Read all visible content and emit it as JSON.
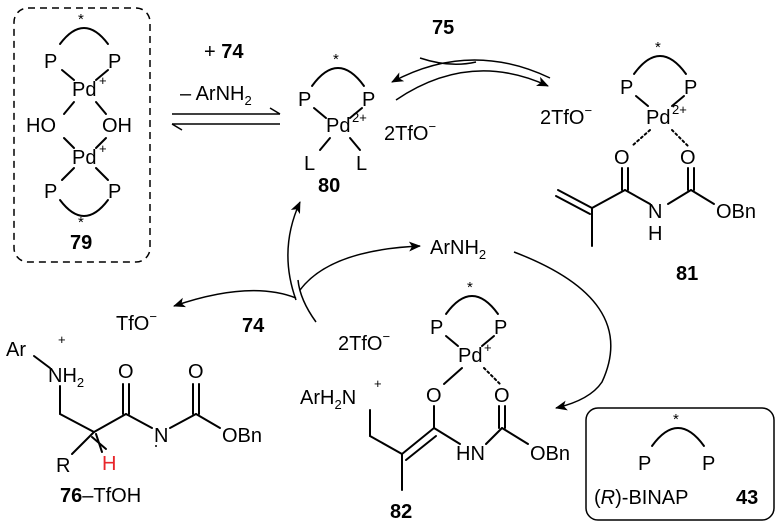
{
  "labels": {
    "P": "P",
    "Pd": "Pd",
    "HO": "HO",
    "OH": "OH",
    "O": "O",
    "H": "H",
    "L": "L",
    "N": "N",
    "star": "*",
    "plus": "+",
    "two_plus": "2+",
    "minus": "−",
    "two_tfo": "2TfO",
    "tfo": "TfO",
    "arnh2": "ArNH",
    "arnh2_sub": "2",
    "minus_arnh2": "– ArNH",
    "plus_sign": "+ ",
    "obn": "OBn",
    "ar": "Ar",
    "nh2": "NH",
    "r": "R",
    "arh2n": "ArH",
    "binap_r": "R",
    "binap_text": "-BINAP",
    "tfoh": "–TfOH",
    "paren_open": "(",
    "paren_close": ")"
  },
  "compounds": {
    "c74": "74",
    "c75": "75",
    "c76": "76",
    "c79": "79",
    "c80": "80",
    "c81": "81",
    "c82": "82",
    "c43": "43"
  },
  "colors": {
    "stereo_h": "#e8262b",
    "line": "#000000"
  }
}
